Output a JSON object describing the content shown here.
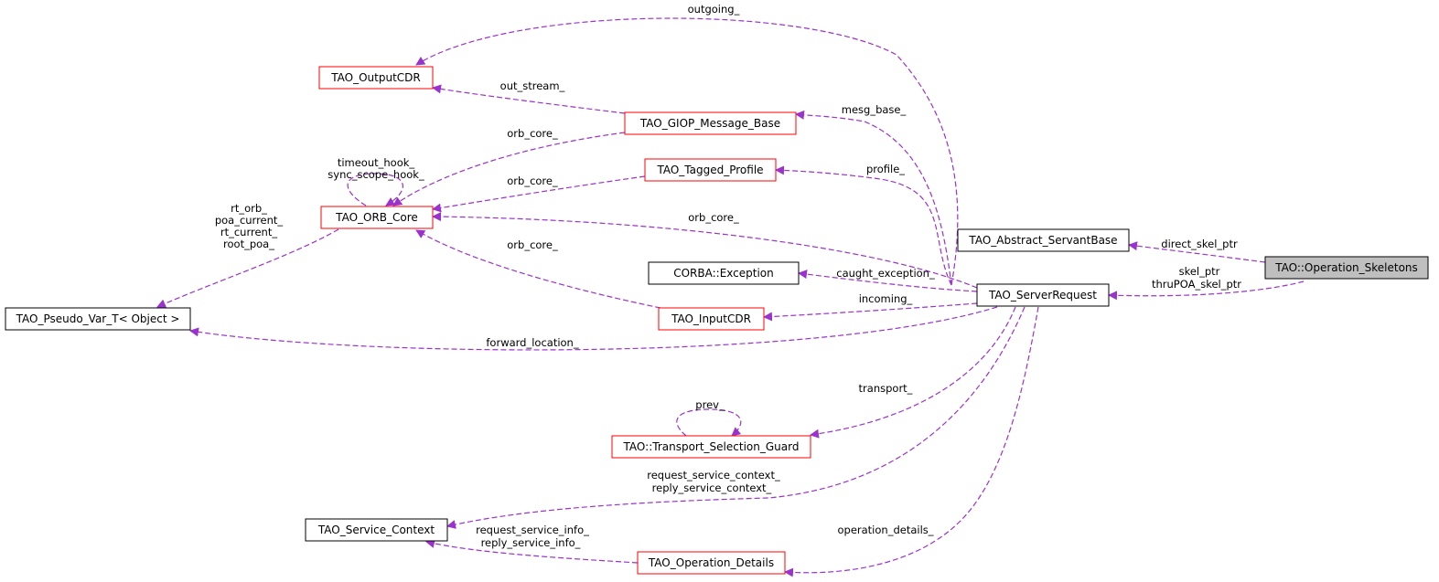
{
  "colors": {
    "edge": "#9a32cd",
    "node_border_default": "#000000",
    "node_border_red": "#ff0000",
    "focus_fill": "#bfbfbf",
    "background": "#ffffff"
  },
  "nodes": {
    "output_cdr": {
      "label": "TAO_OutputCDR",
      "border": "red"
    },
    "giop_message_base": {
      "label": "TAO_GIOP_Message_Base",
      "border": "red"
    },
    "tagged_profile": {
      "label": "TAO_Tagged_Profile",
      "border": "red"
    },
    "orb_core": {
      "label": "TAO_ORB_Core",
      "border": "red"
    },
    "abstract_servant_base": {
      "label": "TAO_Abstract_ServantBase",
      "border": "black"
    },
    "operation_skeletons": {
      "label": "TAO::Operation_Skeletons",
      "border": "black",
      "focus": true
    },
    "corba_exception": {
      "label": "CORBA::Exception",
      "border": "black"
    },
    "server_request": {
      "label": "TAO_ServerRequest",
      "border": "black"
    },
    "pseudo_var": {
      "label": "TAO_Pseudo_Var_T< Object >",
      "border": "black"
    },
    "input_cdr": {
      "label": "TAO_InputCDR",
      "border": "red"
    },
    "transport_selection_guard": {
      "label": "TAO::Transport_Selection_Guard",
      "border": "red"
    },
    "service_context": {
      "label": "TAO_Service_Context",
      "border": "black"
    },
    "operation_details": {
      "label": "TAO_Operation_Details",
      "border": "red"
    }
  },
  "edge_labels": {
    "outgoing": "outgoing_",
    "out_stream": "out_stream_",
    "orb_core_giop": "orb_core_",
    "orb_core_tagged": "orb_core_",
    "timeout_hook": "timeout_hook_",
    "sync_scope_hook": "sync_scope_hook_",
    "mesg_base": "mesg_base_",
    "profile": "profile_",
    "orb_core_server": "orb_core_",
    "orb_core_input": "orb_core_",
    "rt_orb": "rt_orb_",
    "poa_current": "poa_current_",
    "rt_current": "rt_current_",
    "root_poa": "root_poa_",
    "direct_skel_ptr": "direct_skel_ptr",
    "skel_ptr": "skel_ptr",
    "thrupoa_skel_ptr": "thruPOA_skel_ptr",
    "caught_exception": "caught_exception_",
    "incoming": "incoming_",
    "forward_location": "forward_location_",
    "transport": "transport_",
    "prev": "prev_",
    "request_service_context": "request_service_context_",
    "reply_service_context": "reply_service_context_",
    "request_service_info": "request_service_info_",
    "reply_service_info": "reply_service_info_",
    "operation_details": "operation_details_"
  }
}
